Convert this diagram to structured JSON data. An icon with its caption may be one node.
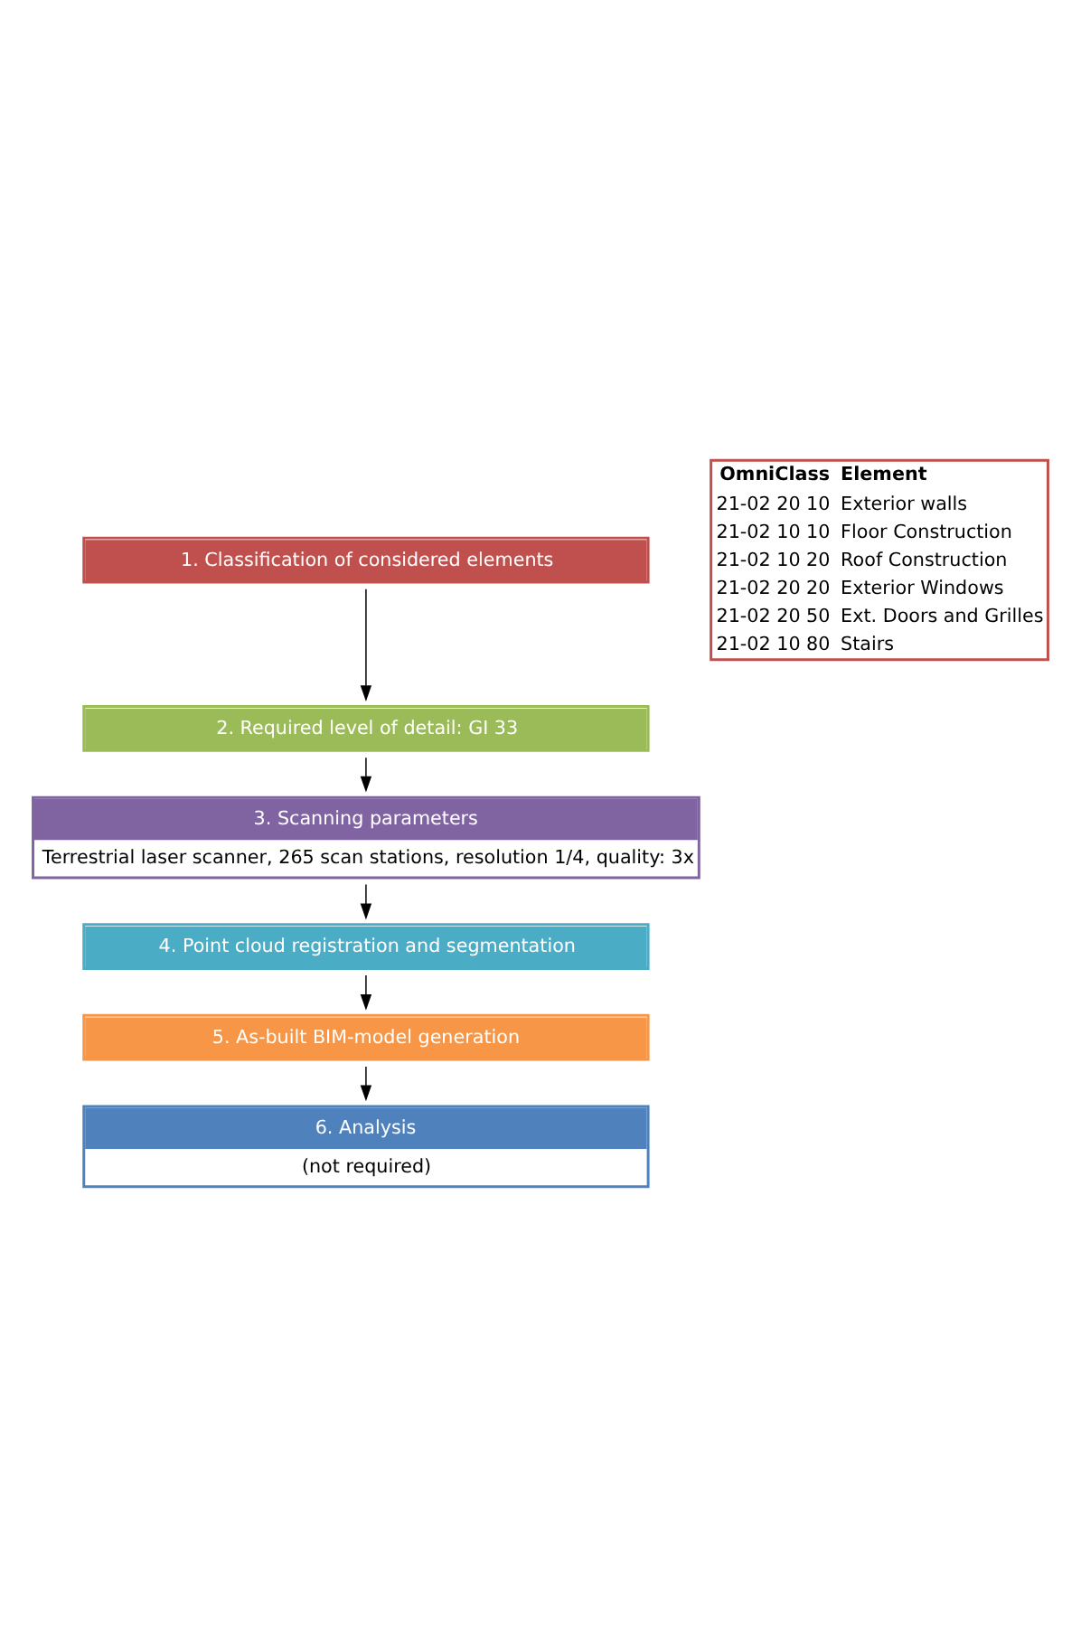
{
  "diagram": {
    "nodes": [
      {
        "text": [
          "1. Classification of considered elements"
        ]
      },
      {
        "text": [
          "2. Required level of detail: GI 33"
        ]
      },
      {
        "text": [
          "3. Scanning parameters",
          "Terrestrial laser scanner, 265 scan stations, resolution 1/4, quality: 3x"
        ]
      },
      {
        "text": [
          "4. Point cloud registration and segmentation"
        ]
      },
      {
        "text": [
          "5. As-built BIM-model generation"
        ]
      },
      {
        "text": [
          "6. Analysis",
          "(not required)"
        ]
      }
    ],
    "edges": [
      {
        "from": 0,
        "to": 1,
        "arrow": "to"
      },
      {
        "from": 1,
        "to": 2,
        "arrow": "to"
      },
      {
        "from": 2,
        "to": 3,
        "arrow": "to"
      },
      {
        "from": 3,
        "to": 4,
        "arrow": "to"
      },
      {
        "from": 4,
        "to": 5,
        "arrow": "to"
      }
    ],
    "labels": [
      "OmniClass",
      "Element",
      "21-02 20 10",
      "Exterior walls",
      "21-02 10 10",
      "Floor Construction",
      "21-02 10 20",
      "Roof Construction",
      "21-02 20 20",
      "Exterior Windows",
      "21-02 20 50",
      "Ext. Doors and Grilles",
      "21-02 10 80",
      "Stairs"
    ]
  }
}
